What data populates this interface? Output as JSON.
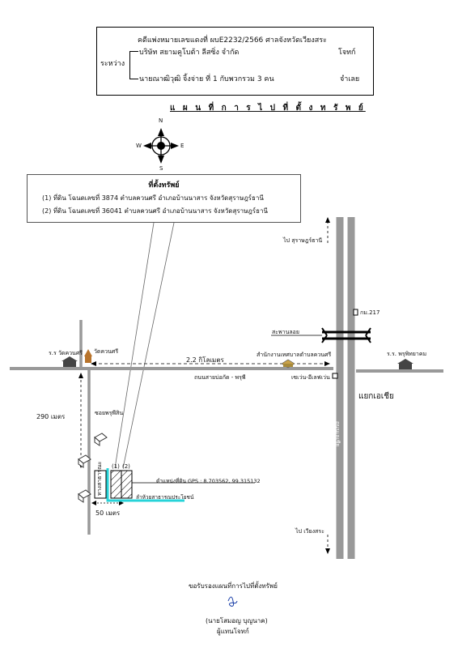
{
  "case": {
    "case_line": "คดีแพ่งหมายเลขแดงที่  ผบE2232/2566   ศาลจังหวัดเวียงสระ",
    "between_label": "ระหว่าง",
    "plaintiff": "บริษัท สยามคูโบต้า ลีสซิ่ง จำกัด",
    "plaintiff_role": "โจทก์",
    "defendant": "นายณาฒิวุฒิ  จิ้งจ่าย  ที่  1  กับพวกรวม 3 คน",
    "defendant_role": "จำเลย"
  },
  "map_title": "แ ผ น ที่ ก า ร ไ ป ที่ ตั้ ง ท รั พ ย์",
  "compass": {
    "n": "N",
    "s": "S",
    "e": "E",
    "w": "W"
  },
  "property_box": {
    "heading": "ที่ตั้งทรัพย์",
    "line1": "(1) ที่ดิน โฉนดเลขที่  3874  ตำบลควนศรี  อำเภอบ้านนาสาร  จังหวัดสุราษฎร์ธานี",
    "line2": "(2) ที่ดิน โฉนดเลขที่  36041  ตำบลควนศรี  อำเภอบ้านนาสาร  จังหวัดสุราษฎร์ธานี"
  },
  "labels": {
    "to_surat": "ไป สุราษฎร์ธานี",
    "km217": "กม.217",
    "overpass": "สะพานลอย",
    "school_left": "ร.ร วัดควนศรี",
    "temple": "วัดควนศรี",
    "distance_main": "2.2 กิโลเมตร",
    "municipal_office": "สำนักงานเทศบาลตำบลควนศรี",
    "school_right": "ร.ร. พรุพิทยาคม",
    "road_name": "ถนนสายบ่อกัด - พรุพี",
    "seven_eleven": "เซเว่น-อีเลฟเว่น",
    "junction": "แยกเอเชีย",
    "asia_road": "ถนนเอเชีย",
    "distance_290": "290 เมตร",
    "soi": "ซอยพรุพีสิน",
    "parcel1": "(1)",
    "parcel2": "(2)",
    "gps": "ตำแหน่งที่ดิน GPS : 8.703562, 99.315132",
    "public_way": "ลำห้วยสาธารณประโยชน์",
    "side_lane": "ทางสาธารณะ",
    "distance_50": "50 เมตร",
    "to_wiang_sa": "ไป เวียงสระ"
  },
  "footer": {
    "certify": "ขอรับรองแผนที่การไปที่ตั้งทรัพย์",
    "name": "(นายโสมอญ     บุญนาค)",
    "role": "ผู้แทนโจทก์"
  }
}
